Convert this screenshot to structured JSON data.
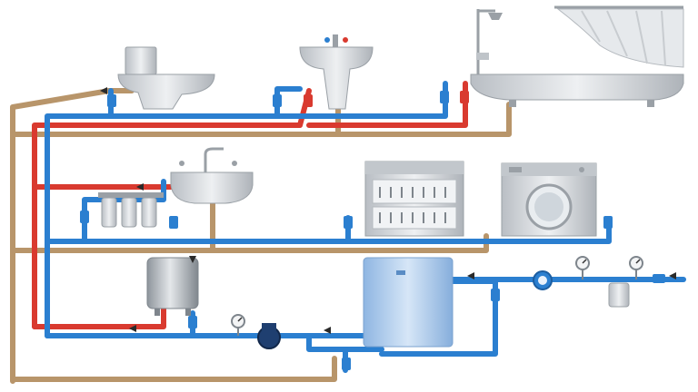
{
  "colors": {
    "cold": "#2b7fd0",
    "hot": "#d93a2f",
    "drain": "#b8956a",
    "fixture": "#d4d8dc",
    "fixture_shade": "#a9aeb4",
    "tank": "#9ca3aa",
    "boiler": "#a9c8ea",
    "background": "#ffffff"
  },
  "fixtures": [
    {
      "id": "toilet",
      "icon": "toilet-icon"
    },
    {
      "id": "washbasin",
      "icon": "washbasin-icon"
    },
    {
      "id": "bathtub",
      "icon": "bathtub-icon"
    },
    {
      "id": "shower-curtain",
      "icon": "shower-curtain-icon"
    },
    {
      "id": "kitchen-sink",
      "icon": "kitchen-sink-icon"
    },
    {
      "id": "water-filter",
      "icon": "water-filter-icon"
    },
    {
      "id": "dishwasher",
      "icon": "dishwasher-icon"
    },
    {
      "id": "washing-machine",
      "icon": "washing-machine-icon"
    },
    {
      "id": "water-heater",
      "icon": "water-heater-icon"
    },
    {
      "id": "boiler",
      "icon": "boiler-icon"
    },
    {
      "id": "pump",
      "icon": "circulation-pump-icon"
    },
    {
      "id": "water-meter",
      "icon": "water-meter-icon"
    },
    {
      "id": "pressure-gauge",
      "icon": "pressure-gauge-icon"
    },
    {
      "id": "inlet-filter",
      "icon": "inlet-filter-icon"
    }
  ]
}
